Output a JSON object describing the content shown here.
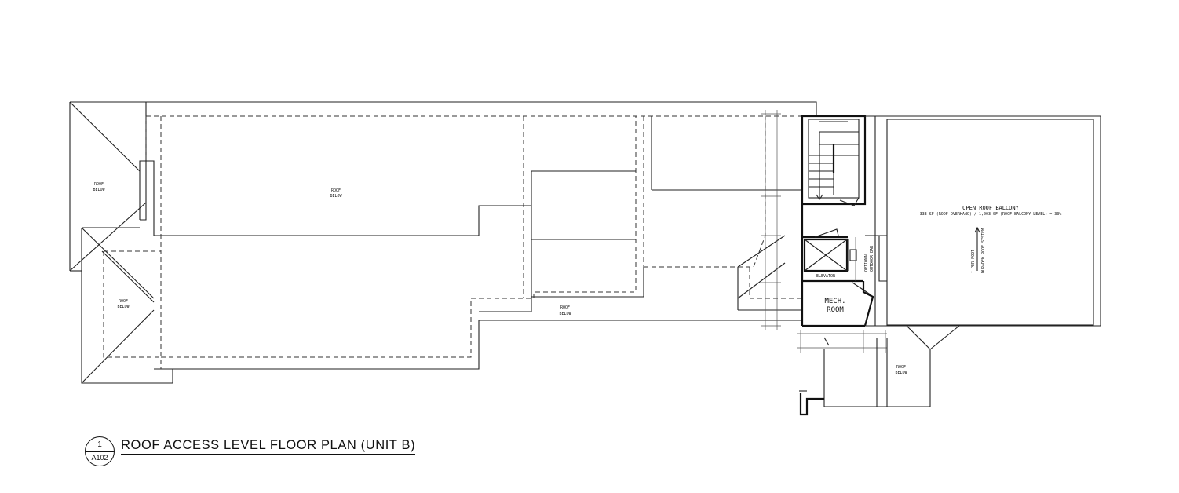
{
  "labels": {
    "roof_below": [
      "ROOF",
      "BELOW"
    ],
    "open_roof_balcony": "OPEN ROOF BALCONY",
    "balcony_ratio": "333 SF (ROOF OVERHANG) / 1,003 SF (ROOF BALCONY LEVEL) = 33%",
    "slope": "″ PER FOOT",
    "roof_system": "DURADEK ROOF SYSTEM",
    "optional": "OPTIONAL",
    "outdoor_bar": "OUTDOOR BAR",
    "elevator": "ELEVATOR",
    "mech_room": [
      "MECH.",
      "ROOM"
    ]
  },
  "title_block": {
    "detail_number": "1",
    "sheet_number": "A102",
    "title": "ROOF ACCESS LEVEL FLOOR PLAN (UNIT B)"
  }
}
